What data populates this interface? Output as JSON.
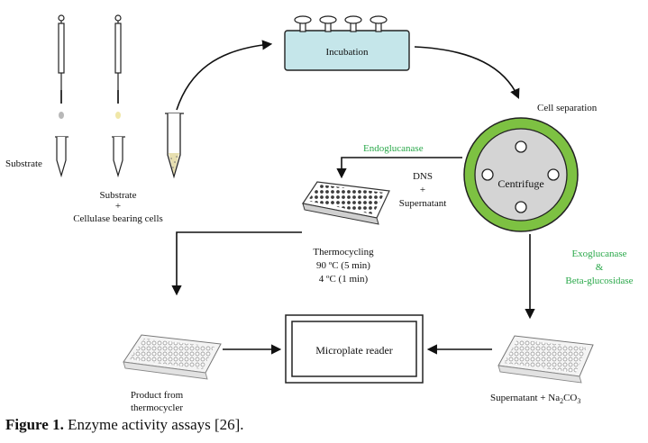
{
  "labels": {
    "substrate": "Substrate",
    "substrate_plus_1": "Substrate",
    "substrate_plus_2": "+",
    "substrate_plus_3": "Cellulase bearing cells",
    "incubation": "Incubation",
    "cell_separation": "Cell separation",
    "endoglucanase": "Endoglucanase",
    "dns_1": "DNS",
    "dns_2": "+",
    "dns_3": "Supernatant",
    "centrifuge": "Centrifuge",
    "thermo_1": "Thermocycling",
    "thermo_2": "90 ºC (5 min)",
    "thermo_3": "4 ºC (1 min)",
    "exo_1": "Exoglucanase",
    "exo_2": "&",
    "exo_3": "Beta-glucosidase",
    "microplate_reader": "Microplate reader",
    "product_1": "Product from",
    "product_2": "thermocycler",
    "supernatant_na_pre": "Supernatant + Na",
    "supernatant_na_sub": "2",
    "supernatant_na_mid": "CO",
    "supernatant_na_sub2": "3"
  },
  "caption": {
    "label": "Figure 1.",
    "text": " Enzyme activity assays [26]."
  },
  "colors": {
    "green_text": "#2aa84a",
    "incubator_fill": "#c5e6ea",
    "centrifuge_ring": "#7dc142",
    "centrifuge_fill": "#d4d4d4"
  }
}
